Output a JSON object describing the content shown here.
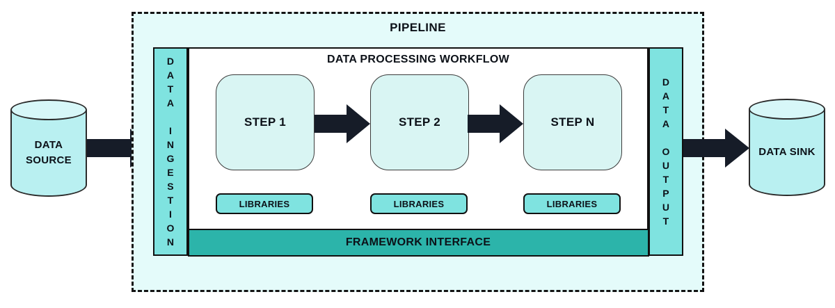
{
  "diagram": {
    "source": {
      "label": "DATA SOURCE"
    },
    "sink": {
      "label": "DATA SINK"
    },
    "pipeline": {
      "title": "PIPELINE",
      "ingestion": {
        "label": "DATA INGESTION"
      },
      "output": {
        "label": "DATA OUTPUT"
      },
      "workflow": {
        "title": "DATA PROCESSING WORKFLOW",
        "steps": [
          {
            "label": "STEP 1",
            "library": "LIBRARIES"
          },
          {
            "label": "STEP 2",
            "library": "LIBRARIES"
          },
          {
            "label": "STEP N",
            "library": "LIBRARIES"
          }
        ],
        "framework": {
          "label": "FRAMEWORK INTERFACE"
        }
      }
    },
    "colors": {
      "pipeline_background": "#e4fbfa",
      "side_bar_fill": "#7fe3e0",
      "step_box_fill": "#d9f5f3",
      "library_fill": "#7fe3e0",
      "framework_fill": "#2cb4aa",
      "cylinder_fill": "#b9f0f1",
      "arrow_fill": "#161c28",
      "border": "#101010",
      "text": "#0c1118"
    }
  }
}
